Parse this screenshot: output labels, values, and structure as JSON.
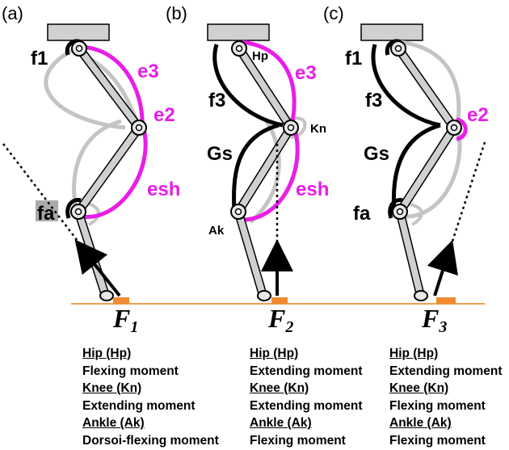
{
  "colors": {
    "magenta": "#e81ee8",
    "gray_muscle": "#c4c4c4",
    "black_muscle": "#000000",
    "bone": "#d0d0d0",
    "ground": "#f0a050",
    "foot_pad": "#f08a30"
  },
  "panels": [
    {
      "letter": "(a)",
      "force_main": "F",
      "force_sub": "1",
      "labels": {
        "f1": "f1",
        "e3": "e3",
        "e2": "e2",
        "esh": "esh",
        "fa": "fa"
      },
      "moments": {
        "hip_title": "Hip (Hp)",
        "hip_moment": "Flexing moment",
        "knee_title": "Knee (Kn)",
        "knee_moment": "Extending moment",
        "ankle_title": "Ankle (Ak)",
        "ankle_moment": "Dorsoi-flexing moment"
      }
    },
    {
      "letter": "(b)",
      "force_main": "F",
      "force_sub": "2",
      "labels": {
        "hp": "Hp",
        "e3": "e3",
        "f3": "f3",
        "kn": "Kn",
        "gs": "Gs",
        "esh": "esh",
        "ak": "Ak"
      },
      "moments": {
        "hip_title": "Hip (Hp)",
        "hip_moment": "Extending moment",
        "knee_title": "Knee (Kn)",
        "knee_moment": "Extending moment",
        "ankle_title": "Ankle (Ak)",
        "ankle_moment": "Flexing moment"
      }
    },
    {
      "letter": "(c)",
      "force_main": "F",
      "force_sub": "3",
      "labels": {
        "f1": "f1",
        "f3": "f3",
        "e2": "e2",
        "gs": "Gs",
        "fa": "fa"
      },
      "moments": {
        "hip_title": "Hip (Hp)",
        "hip_moment": "Extending moment",
        "knee_title": "Knee (Kn)",
        "knee_moment": "Flexing moment",
        "ankle_title": "Ankle (Ak)",
        "ankle_moment": "Flexing moment"
      }
    }
  ]
}
